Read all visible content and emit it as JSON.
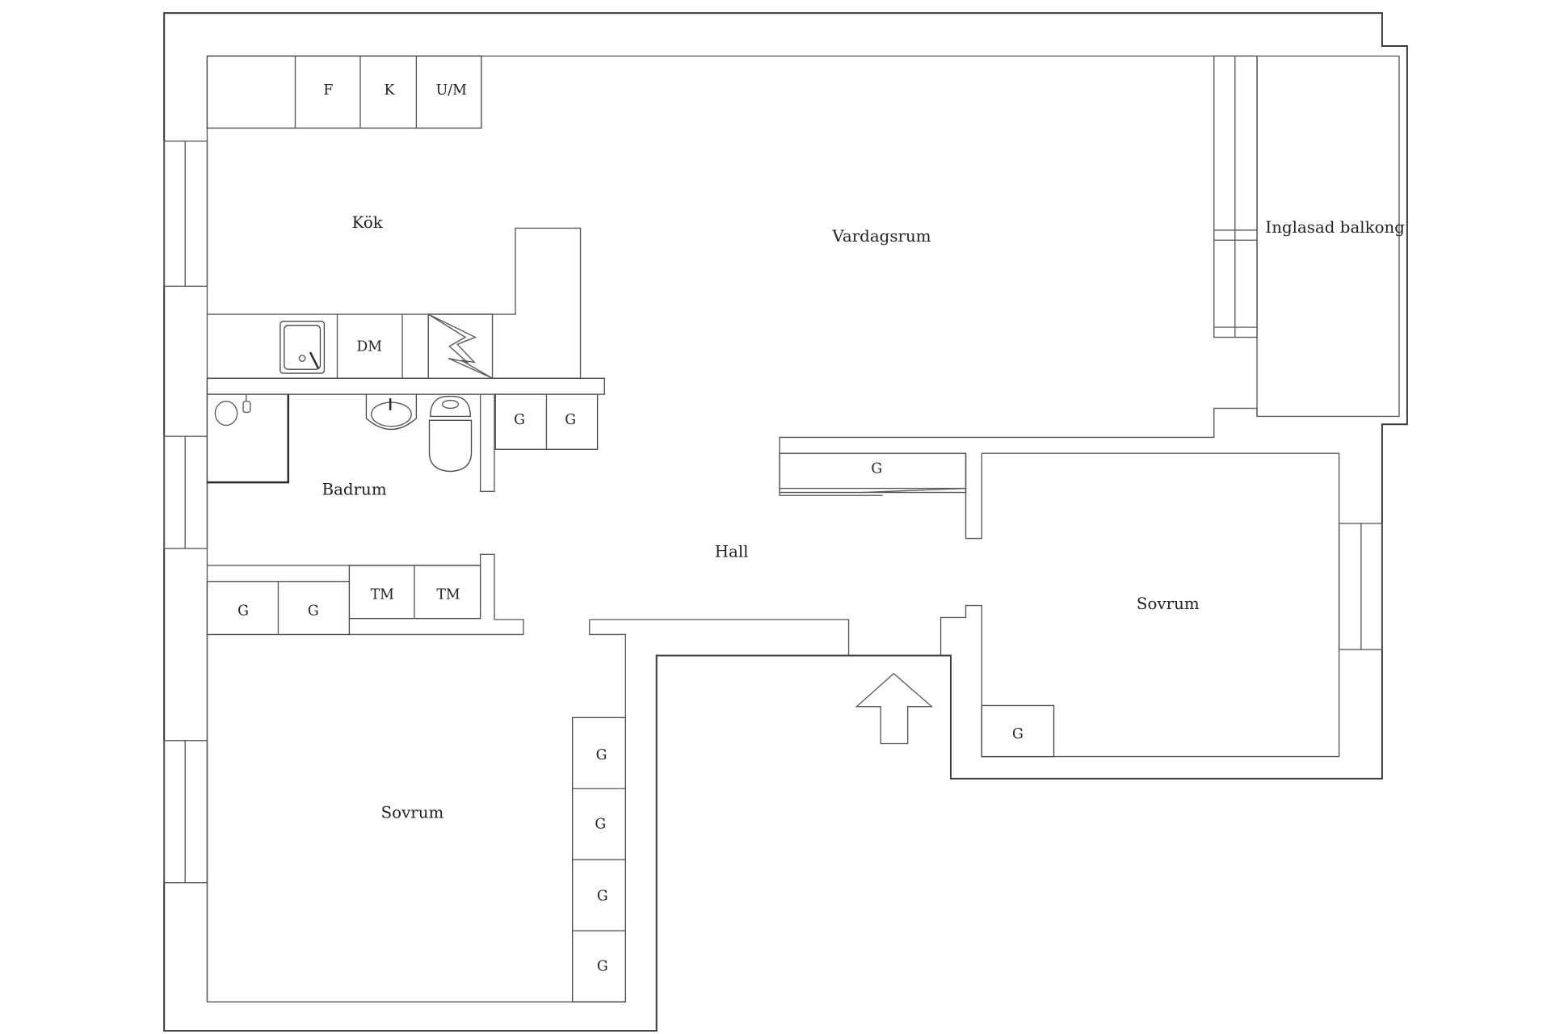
{
  "rooms": {
    "kitchen": "Kök",
    "living": "Vardagsrum",
    "balcony": "Inglasad balkong",
    "bathroom": "Badrum",
    "hall": "Hall",
    "bedroom_right": "Sovrum",
    "bedroom_left": "Sovrum"
  },
  "kitchen_units": {
    "fridge": "F",
    "cooler": "K",
    "oven": "U/M",
    "dishwasher": "DM"
  },
  "closets": {
    "bath_1": "G",
    "bath_2": "G",
    "hall": "G",
    "laundry_1": "TM",
    "laundry_2": "TM",
    "bedroom_top_1": "G",
    "bedroom_top_2": "G",
    "bedroom_side_1": "G",
    "bedroom_side_2": "G",
    "bedroom_side_3": "G",
    "bedroom_side_4": "G",
    "bedroom_right": "G"
  },
  "colors": {
    "wall": "#3a3a3a",
    "background": "#ffffff"
  }
}
